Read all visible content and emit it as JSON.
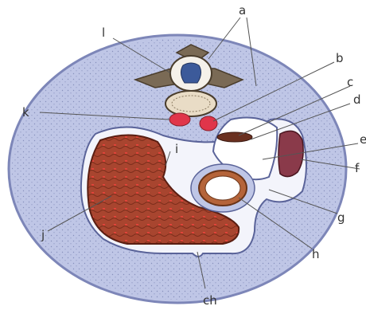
{
  "labels": {
    "a": "a",
    "b": "b",
    "c": "c",
    "d": "d",
    "e": "e",
    "f": "f",
    "g": "g",
    "h": "h",
    "i": "i",
    "j": "j",
    "k": "k",
    "l": "l",
    "ch": "ch"
  },
  "colors": {
    "body": "#bfc6e6",
    "body_edge": "#7d86b8",
    "stipple": "#5a6399",
    "cavity": "#f3f4fb",
    "liver": "#a8452f",
    "liver_dark": "#7a2c1a",
    "liver_spots": "#e0443a",
    "vessel": "#e0354a",
    "kidney": "#8a3a4a",
    "spine": "#7a6a55",
    "cord": "#3c5a9a"
  }
}
